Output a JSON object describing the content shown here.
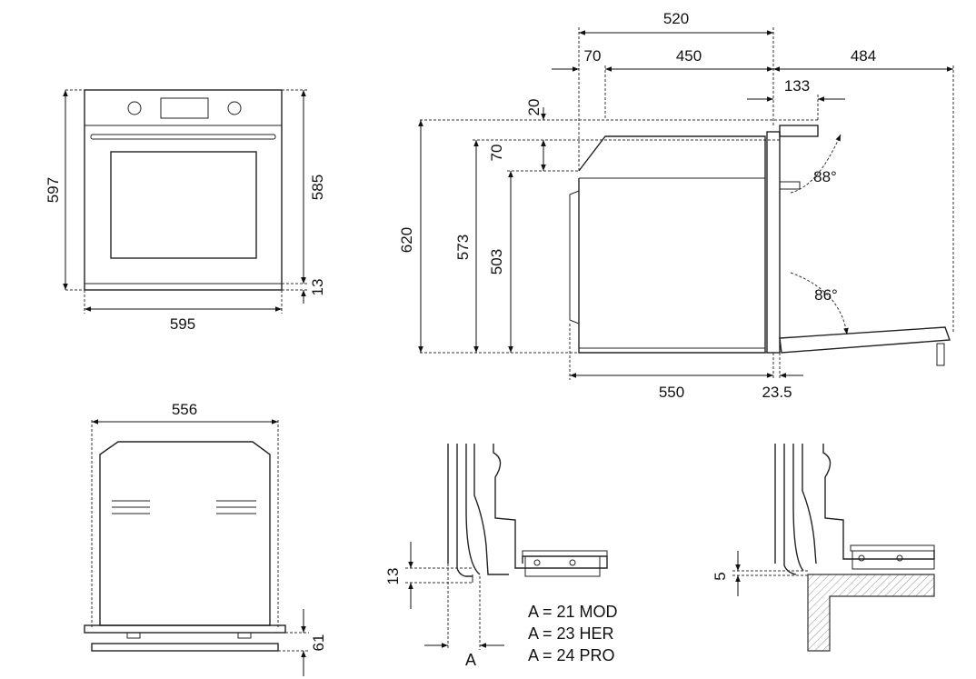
{
  "front_view": {
    "height_total": "597",
    "height_body": "585",
    "height_bottom": "13",
    "width": "595"
  },
  "side_view": {
    "depth_total": "520",
    "top_offset": "70",
    "top_depth": "450",
    "door_open": "484",
    "handle": "133",
    "top_gap": "20",
    "step": "70",
    "height_total": "620",
    "height_body": "573",
    "height_inner": "503",
    "angle_upper": "88°",
    "angle_lower": "86°",
    "depth_body": "550",
    "door_thickness": "23.5"
  },
  "rear_view": {
    "width": "556",
    "base_height": "61"
  },
  "detail_a": {
    "gap": "13",
    "label": "A",
    "notes": [
      "A = 21 MOD",
      "A = 23 HER",
      "A = 24 PRO"
    ]
  },
  "detail_b": {
    "gap": "5"
  }
}
